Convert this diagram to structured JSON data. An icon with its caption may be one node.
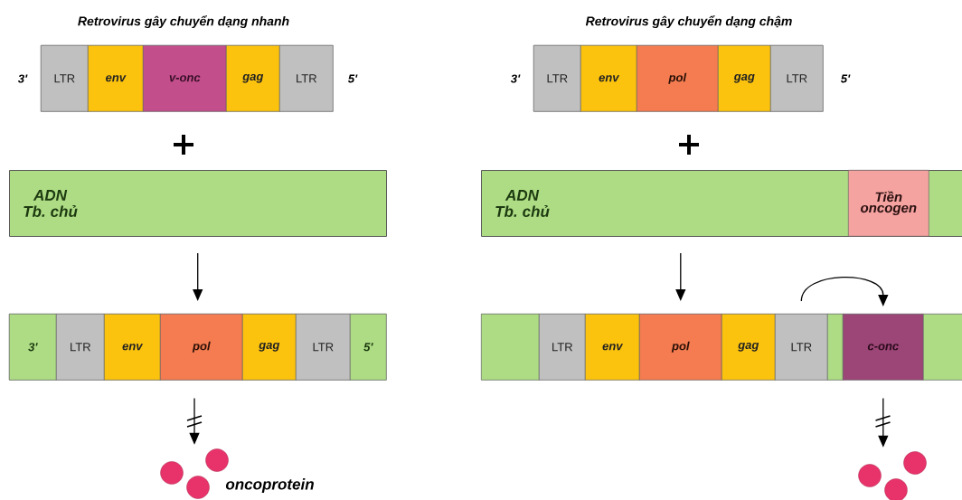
{
  "diagram": {
    "nodes": [
      {
        "text": [],
        "shape": "bar"
      },
      {
        "text": [
          "LTR"
        ],
        "in": 0
      },
      {
        "text": [
          "env"
        ],
        "in": 0
      },
      {
        "text": [
          "v-onc"
        ],
        "in": 0
      },
      {
        "text": [
          "gag"
        ],
        "in": 0
      },
      {
        "text": [
          "LTR"
        ],
        "in": 0
      },
      {
        "text": [
          "ADN Tb. chủ"
        ]
      },
      {
        "text": [],
        "shape": "bar"
      },
      {
        "text": [
          "3'"
        ],
        "in": 7
      },
      {
        "text": [
          "LTR"
        ],
        "in": 7
      },
      {
        "text": [
          "env"
        ],
        "in": 7
      },
      {
        "text": [
          "pol"
        ],
        "in": 7
      },
      {
        "text": [
          "gag"
        ],
        "in": 7
      },
      {
        "text": [
          "LTR"
        ],
        "in": 7
      },
      {
        "text": [
          "5'"
        ],
        "in": 7
      },
      {
        "text": [],
        "shape": "circle",
        "beside": [
          "oncoprotein"
        ]
      },
      {
        "text": [],
        "shape": "bar"
      },
      {
        "text": [
          "LTR"
        ],
        "in": 16
      },
      {
        "text": [
          "env"
        ],
        "in": 16
      },
      {
        "text": [
          "pol"
        ],
        "in": 16
      },
      {
        "text": [
          "gag"
        ],
        "in": 16
      },
      {
        "text": [
          "LTR"
        ],
        "in": 16
      },
      {
        "text": [
          "ADN Tb. chủ"
        ]
      },
      {
        "text": [
          "Tiền oncogen"
        ],
        "in": 22
      },
      {
        "text": [],
        "shape": "bar"
      },
      {
        "text": [],
        "shape": "box",
        "in": 24
      },
      {
        "text": [
          "LTR"
        ],
        "in": 24
      },
      {
        "text": [
          "env"
        ],
        "in": 24
      },
      {
        "text": [
          "pol"
        ],
        "in": 24
      },
      {
        "text": [
          "gag"
        ],
        "in": 24
      },
      {
        "text": [
          "LTR"
        ],
        "in": 24
      },
      {
        "text": [],
        "shape": "box",
        "in": 24
      },
      {
        "text": [
          "c-onc"
        ],
        "in": 24
      },
      {
        "text": [],
        "shape": "box",
        "in": 24
      },
      {
        "text": [],
        "shape": "circle"
      }
    ],
    "edges": [
      {
        "from": 6,
        "to": 7,
        "arrow": "to"
      },
      {
        "from": 22,
        "to": 24,
        "arrow": "to"
      },
      {
        "from": 30,
        "to": 32,
        "arrow": "to"
      },
      {
        "from": 7,
        "to": 15,
        "arrow": "to"
      },
      {
        "from": 32,
        "to": 34,
        "arrow": "to"
      }
    ],
    "labels": [
      "Retrovirus gây chuyển dạng nhanh",
      "Retrovirus gây chuyển dạng chậm",
      "3'",
      "5'",
      "3'",
      "5'"
    ]
  }
}
